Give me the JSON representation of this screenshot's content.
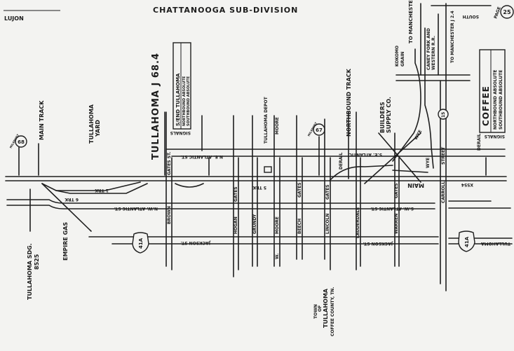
{
  "header": {
    "title": "CHATTANOOGA SUB-DIVISION",
    "corner_label": "LUJON"
  },
  "labels": {
    "main_track": "MAIN TRACK",
    "yard_line1": "TULLAHOMA",
    "yard_line2": "YARD",
    "station": "TULLAHOMA J 68.4",
    "depot": "TULLAHOMA DEPOT",
    "northbound_track": "NORTHBOUND TRACK",
    "builders_line1": "BUILDERS",
    "builders_line2": "SUPPLY CO.",
    "grain_line1": "KOKOMO",
    "grain_line2": "GRAIN",
    "to_manchester_1": "TO MANCHESTER",
    "caney_line1": "CANEY FORK AND",
    "caney_line2": "WESTERN R.R.",
    "to_manchester_2": "TO MANCHESTER J 2.4",
    "south": "SOUTH",
    "page": "PAGE",
    "page_number": "25",
    "tullahoma_sdg_line1": "TULLAHOMA SDG.",
    "tullahoma_sdg_line2": "8525",
    "empire_gas": "EMPIRE GAS",
    "town_line1": "TOWN",
    "town_line2": "OF",
    "town_line3": "TULLAHOMA",
    "town_line4": "COFFEE COUNTY, TN.",
    "main": "MAIN",
    "x554": "X554",
    "wye1": "WYE",
    "wye2": "WYE",
    "derail1": "DERAIL",
    "derail2": "DERAIL",
    "trk1": "1 TRK",
    "trk2": "6 TRK",
    "trk3": "5 TRK"
  },
  "signal_box_left": {
    "title": "S/END TULLAHOMA",
    "line1": "NORTHBOUND ABSOLUTE",
    "line2": "SOUTHBOUND ABSOLUTE",
    "caption": "SIGNALS"
  },
  "signal_box_right": {
    "title": "COFFEE",
    "line1": "NORTHBOUND ABSOLUTE",
    "line2": "SOUTHBOUND ABSOLUTE",
    "caption": "SIGNALS"
  },
  "mileposts": [
    {
      "label": "MILEPOST",
      "number": "68"
    },
    {
      "label": "MILEPOST",
      "number": "67"
    }
  ],
  "route_shields": [
    {
      "number": "41A"
    },
    {
      "number": "41A"
    },
    {
      "number": "15"
    }
  ],
  "streets": {
    "ne_atlantic": "N.E. ATLANTIC ST.",
    "nw_atlantic": "N.W. ATLANTIC ST.",
    "se_atlantic": "S.E. ATLANTIC",
    "sw_atlantic": "S.W. ATLANTIC ST.",
    "jackson1": "JACKSON ST.",
    "jackson2": "JACKSON ST.",
    "tullahoma": "TULLAHOMA",
    "brown": "BROWN",
    "gates1": "GATES ST.",
    "gates2": "GATES",
    "gates3": "GATES",
    "gates4": "GATES",
    "gates5": "GATES",
    "hogan": "HOGAN",
    "grundy": "GRUNDY",
    "moore1": "MOORE",
    "moore2": "MOORE",
    "beech": "BEECH",
    "lincoln": "LINCOLN",
    "lauderdale": "LAUDERDALE",
    "warren": "WARREN",
    "carroll": "CARROLL",
    "street": "STREET",
    "w": "W."
  }
}
